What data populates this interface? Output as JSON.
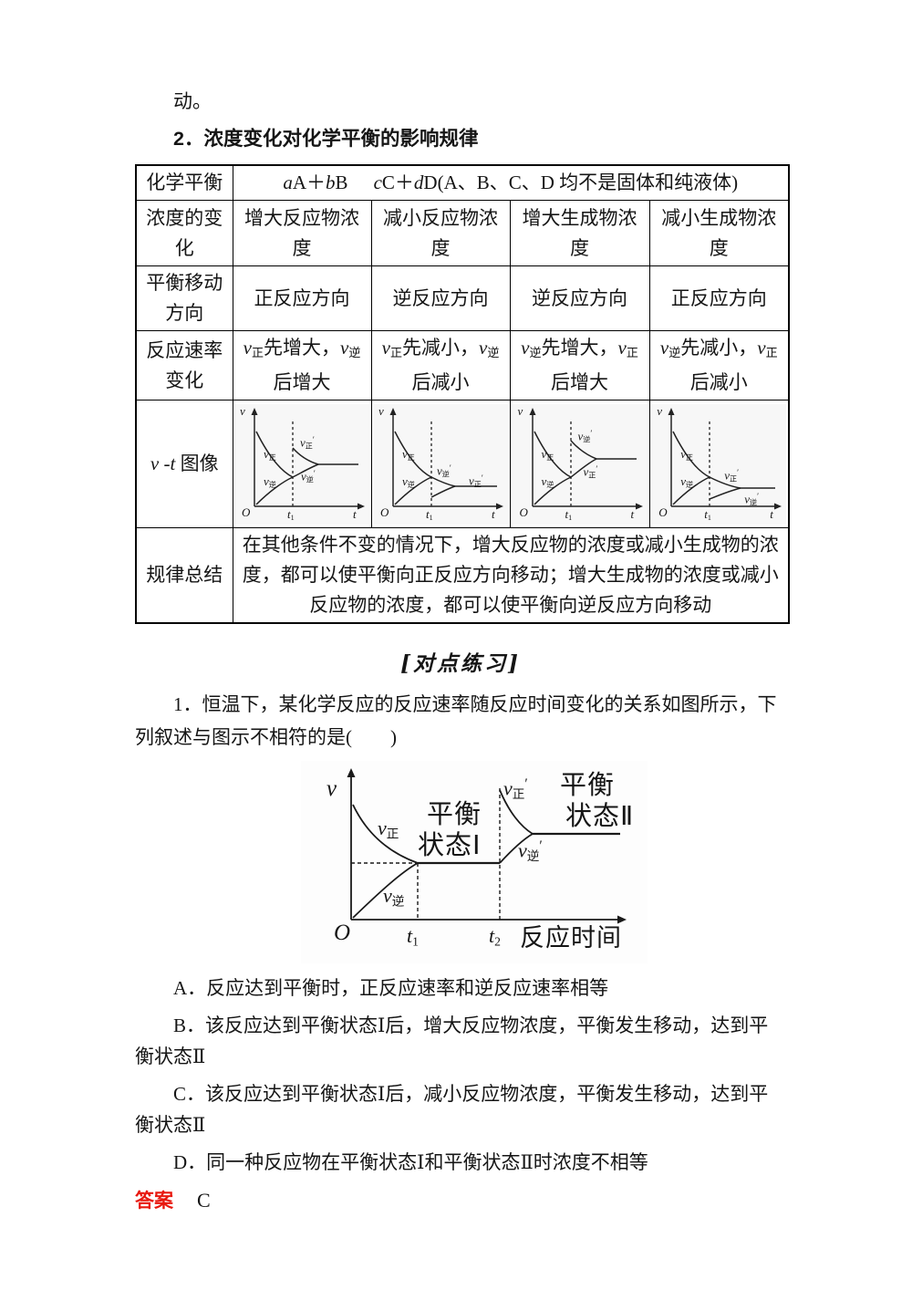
{
  "colors": {
    "answer_red": "#e8190f",
    "text": "#151515",
    "border": "#000000"
  },
  "intro": {
    "tail": "动。"
  },
  "heading": "2．浓度变化对化学平衡的影响规律",
  "table": {
    "r1": {
      "label": "化学平衡",
      "eq": {
        "c1": "a",
        "p1": "A＋",
        "c2": "b",
        "p2": "B",
        "c3": "c",
        "p3": "C＋",
        "c4": "d",
        "p4": "D(A、B、C、D 均不是固体和纯液体)"
      }
    },
    "r2": {
      "label": "浓度的变化",
      "cells": [
        "增大反应物浓度",
        "减小反应物浓度",
        "增大生成物浓度",
        "减小生成物浓度"
      ]
    },
    "r3": {
      "label": "平衡移动方向",
      "cells": [
        "正反应方向",
        "逆反应方向",
        "逆反应方向",
        "正反应方向"
      ]
    },
    "r4": {
      "label": "反应速率变化",
      "cells_rich": [
        [
          {
            "t": "v",
            "s": "i"
          },
          {
            "t": "正",
            "s": "sub"
          },
          {
            "t": "先增大，"
          },
          {
            "t": "v",
            "s": "i"
          },
          {
            "t": "逆",
            "s": "sub"
          },
          {
            "t": "后增大"
          }
        ],
        [
          {
            "t": "v",
            "s": "i"
          },
          {
            "t": "正",
            "s": "sub"
          },
          {
            "t": "先减小，"
          },
          {
            "t": "v",
            "s": "i"
          },
          {
            "t": "逆",
            "s": "sub"
          },
          {
            "t": "后减小"
          }
        ],
        [
          {
            "t": "v",
            "s": "i"
          },
          {
            "t": "逆",
            "s": "sub"
          },
          {
            "t": "先增大，"
          },
          {
            "t": "v",
            "s": "i"
          },
          {
            "t": "正",
            "s": "sub"
          },
          {
            "t": "后增大"
          }
        ],
        [
          {
            "t": "v",
            "s": "i"
          },
          {
            "t": "逆",
            "s": "sub"
          },
          {
            "t": "先减小，"
          },
          {
            "t": "v",
            "s": "i"
          },
          {
            "t": "正",
            "s": "sub"
          },
          {
            "t": "后减小"
          }
        ]
      ]
    },
    "r5": {
      "label_rich": [
        {
          "t": "v",
          "s": "i"
        },
        {
          "t": " -"
        },
        {
          "t": "t",
          "s": "i"
        },
        {
          "t": " 图像"
        }
      ]
    },
    "r6": {
      "label": "规律总结",
      "text": "在其他条件不变的情况下，增大反应物的浓度或减小生成物的浓度，都可以使平衡向正反应方向移动；增大生成物的浓度或减小反应物的浓度，都可以使平衡向逆反应方向移动"
    }
  },
  "labels": {
    "v": [
      {
        "t": "v",
        "s": "i"
      }
    ],
    "O": [
      {
        "t": "O",
        "s": "i"
      }
    ],
    "t": [
      {
        "t": "t",
        "s": "i"
      }
    ],
    "t1": [
      {
        "t": "t",
        "s": "i"
      },
      {
        "t": "1",
        "s": "sub"
      }
    ],
    "t2": [
      {
        "t": "t",
        "s": "i"
      },
      {
        "t": "2",
        "s": "sub"
      }
    ],
    "vz": [
      {
        "t": "v",
        "s": "i"
      },
      {
        "t": "正",
        "s": "sub"
      }
    ],
    "vn": [
      {
        "t": "v",
        "s": "i"
      },
      {
        "t": "逆",
        "s": "sub"
      }
    ],
    "vzp": [
      {
        "t": "v",
        "s": "i"
      },
      {
        "t": "正",
        "s": "sub"
      },
      {
        "t": "′",
        "s": "sup"
      }
    ],
    "vnp": [
      {
        "t": "v",
        "s": "i"
      },
      {
        "t": "逆",
        "s": "sub"
      },
      {
        "t": "′",
        "s": "sup"
      }
    ]
  },
  "practice": {
    "header": "[对点练习]",
    "q1": "1．恒温下，某化学反应的反应速率随反应时间变化的关系如图所示，下列叙述与图示不相符的是(　　)",
    "chart": {
      "state1_l1": "平衡",
      "state1_l2": "状态Ⅰ",
      "state2_l1": "平衡",
      "state2_l2": "状态Ⅱ",
      "xlabel": "反应时间"
    },
    "options": [
      "A．反应达到平衡时，正反应速率和逆反应速率相等",
      "B．该反应达到平衡状态Ⅰ后，增大反应物浓度，平衡发生移动，达到平衡状态Ⅱ",
      "C．该反应达到平衡状态Ⅰ后，减小反应物浓度，平衡发生移动，达到平衡状态Ⅱ",
      "D．同一种反应物在平衡状态Ⅰ和平衡状态Ⅱ时浓度不相等"
    ],
    "answer_label": "答案",
    "answer": "C"
  },
  "chart_data": [
    {
      "type": "line",
      "title": "v-t 图像：增大反应物浓度",
      "xlabel": "t",
      "ylabel": "v",
      "x_ticks": [
        "O",
        "t1"
      ],
      "series": [
        {
          "name": "v正",
          "shape": "decreasing to equilibrium, jumps up at t1 then decreases to new higher equilibrium"
        },
        {
          "name": "v逆",
          "shape": "increasing to equilibrium, rises after t1 to new higher equilibrium"
        }
      ],
      "annotations": [
        "v正",
        "v逆",
        "v正′",
        "v逆′"
      ]
    },
    {
      "type": "line",
      "title": "v-t 图像：减小反应物浓度",
      "xlabel": "t",
      "ylabel": "v",
      "x_ticks": [
        "O",
        "t1"
      ],
      "series": [
        {
          "name": "v正",
          "shape": "decreasing to equilibrium, jumps down at t1 then rises to new lower equilibrium"
        },
        {
          "name": "v逆",
          "shape": "increasing to equilibrium, falls after t1 to new lower equilibrium"
        }
      ],
      "annotations": [
        "v正",
        "v逆",
        "v逆′",
        "v正′"
      ]
    },
    {
      "type": "line",
      "title": "v-t 图像：增大生成物浓度",
      "xlabel": "t",
      "ylabel": "v",
      "x_ticks": [
        "O",
        "t1"
      ],
      "series": [
        {
          "name": "v正",
          "shape": "decreasing to equilibrium, rises after t1 to new higher equilibrium"
        },
        {
          "name": "v逆",
          "shape": "increasing to equilibrium, jumps up at t1 then decreases to new higher equilibrium"
        }
      ],
      "annotations": [
        "v正",
        "v逆",
        "v逆′",
        "v正′"
      ]
    },
    {
      "type": "line",
      "title": "v-t 图像：减小生成物浓度",
      "xlabel": "t",
      "ylabel": "v",
      "x_ticks": [
        "O",
        "t1"
      ],
      "series": [
        {
          "name": "v正",
          "shape": "decreasing to equilibrium, falls after t1 to new lower equilibrium"
        },
        {
          "name": "v逆",
          "shape": "increasing to equilibrium, jumps down at t1 then rises to new lower equilibrium"
        }
      ],
      "annotations": [
        "v正",
        "v逆",
        "v正′",
        "v逆′"
      ]
    },
    {
      "type": "line",
      "title": "题1图：反应速率随反应时间变化",
      "xlabel": "反应时间",
      "ylabel": "v",
      "x_ticks": [
        "O",
        "t1",
        "t2"
      ],
      "series": [
        {
          "name": "v正",
          "shape": "decreasing to equilibrium at t1, constant to t2, v正′ jumps up at t2 then decreases to 平衡状态Ⅱ"
        },
        {
          "name": "v逆",
          "shape": "increasing to equilibrium at t1, constant to t2, v逆′ rises after t2 to 平衡状态Ⅱ"
        }
      ],
      "annotations": [
        "v正",
        "v逆",
        "平衡状态Ⅰ",
        "v正′",
        "v逆′",
        "平衡状态Ⅱ"
      ]
    }
  ]
}
